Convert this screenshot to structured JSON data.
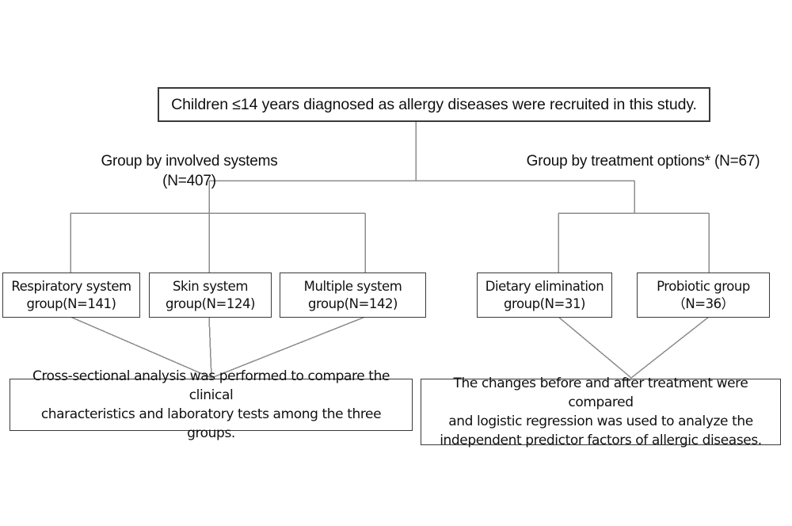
{
  "figure": {
    "type": "flowchart",
    "title": "Study design flow diagram of children with allergic diseases",
    "background_color": "#ffffff",
    "line_color": "#8c8c8c",
    "box_border_color": "#3a3a3a",
    "text_color": "#101010"
  },
  "nodes": {
    "root": {
      "label": "Children ≤14 years diagnosed as allergy diseases were recruited in this study."
    },
    "branch_left_caption": {
      "label": "Group by  involved systems\n(N=407)",
      "n": 407
    },
    "branch_right_caption": {
      "label": "Group by treatment options*  (N=67)",
      "n": 67
    },
    "respiratory": {
      "label": "Respiratory system\ngroup(N=141)",
      "n": 141
    },
    "skin": {
      "label": "Skin system\ngroup(N=124)",
      "n": 124
    },
    "multiple": {
      "label": "Multiple system\ngroup(N=142)",
      "n": 142
    },
    "dietary": {
      "label": "Dietary elimination\ngroup(N=31)",
      "n": 31
    },
    "probiotic": {
      "label": "Probiotic group\n（N=36）",
      "n": 36
    },
    "summary_left": {
      "label": "Cross-sectional analysis was performed to compare the clinical\ncharacteristics and laboratory tests among the three groups."
    },
    "summary_right": {
      "label": "The changes before and after treatment were compared\nand logistic regression was used to analyze the\nindependent predictor factors of allergic diseases."
    }
  },
  "chart_data": {
    "type": "flowchart",
    "title": "Children ≤14 years diagnosed as allergy diseases were recruited in this study.",
    "total_recruited_note": "Children ≤14 years diagnosed as allergy diseases",
    "branches": [
      {
        "name": "Group by  involved systems",
        "n": 407,
        "groups": [
          {
            "name": "Respiratory system group",
            "n": 141
          },
          {
            "name": "Skin system group",
            "n": 124
          },
          {
            "name": "Multiple system group",
            "n": 142
          }
        ],
        "analysis": "Cross-sectional analysis was performed to compare the clinical characteristics and laboratory tests among the three groups."
      },
      {
        "name": "Group by treatment options*",
        "n": 67,
        "groups": [
          {
            "name": "Dietary elimination group",
            "n": 31
          },
          {
            "name": "Probiotic group",
            "n": 36
          }
        ],
        "analysis": "The changes before and after treatment were compared and logistic regression was used to analyze the independent predictor factors of allergic diseases."
      }
    ]
  }
}
